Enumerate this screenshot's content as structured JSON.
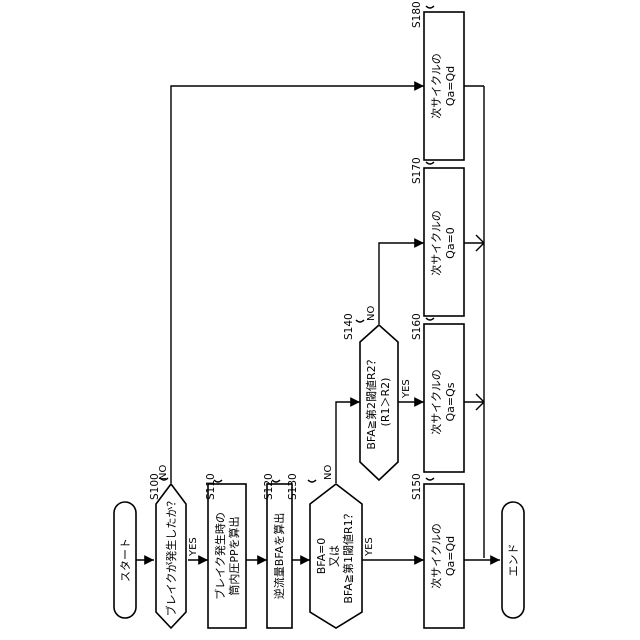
{
  "start": "スタート",
  "end": "エンド",
  "steps": {
    "s100": {
      "id": "S100",
      "text": "ブレイクが発生したか？"
    },
    "s110": {
      "id": "S110",
      "line1": "ブレイク発生時の",
      "line2": "筒内圧PPを算出"
    },
    "s120": {
      "id": "S120",
      "text": "逆流量BFAを算出"
    },
    "s130": {
      "id": "S130",
      "line1": "BFA=0",
      "line2": "又は",
      "line3": "BFA≧第1閾値R1？"
    },
    "s140": {
      "id": "S140",
      "line1": "BFA≧第2閾値R2？",
      "line2": "(R1＞R2)"
    },
    "s150": {
      "id": "S150",
      "line1": "次サイクルの",
      "line2": "Qa=Qd"
    },
    "s160": {
      "id": "S160",
      "line1": "次サイクルの",
      "line2": "Qa=Qs"
    },
    "s170": {
      "id": "S170",
      "line1": "次サイクルの",
      "line2": "Qa=0"
    },
    "s180": {
      "id": "S180",
      "line1": "次サイクルの",
      "line2": "Qa=Qd"
    }
  },
  "branch_labels": {
    "s100_yes": "YES",
    "s100_no": "NO",
    "s130_yes": "YES",
    "s130_no": "NO",
    "s140_yes": "YES",
    "s140_no": "NO"
  }
}
